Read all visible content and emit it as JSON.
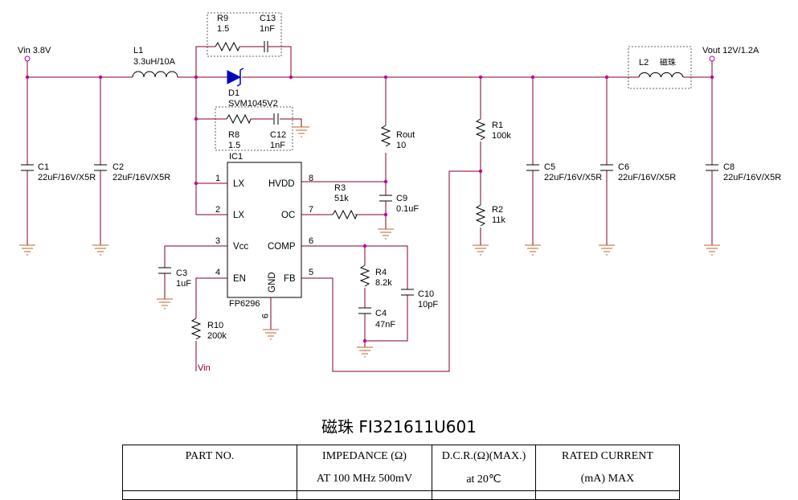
{
  "schematic": {
    "vin": "Vin 3.8V",
    "vout": "Vout 12V/1.2A",
    "l1": {
      "ref": "L1",
      "value": "3.3uH/10A"
    },
    "l2": {
      "ref": "L2",
      "value": "磁珠"
    },
    "d1": {
      "ref": "D1",
      "value": "SVM1045V2"
    },
    "r9": {
      "ref": "R9",
      "value": "1.5"
    },
    "c13": {
      "ref": "C13",
      "value": "1nF"
    },
    "r8": {
      "ref": "R8",
      "value": "1.5"
    },
    "c12": {
      "ref": "C12",
      "value": "1nF"
    },
    "c1": {
      "ref": "C1",
      "value": "22uF/16V/X5R"
    },
    "c2": {
      "ref": "C2",
      "value": "22uF/16V/X5R"
    },
    "c5": {
      "ref": "C5",
      "value": "22uF/16V/X5R"
    },
    "c6": {
      "ref": "C6",
      "value": "22uF/16V/X5R"
    },
    "c8": {
      "ref": "C8",
      "value": "22uF/16V/X5R"
    },
    "rout": {
      "ref": "Rout",
      "value": "10"
    },
    "r1": {
      "ref": "R1",
      "value": "100k"
    },
    "r2": {
      "ref": "R2",
      "value": "11k"
    },
    "r3": {
      "ref": "R3",
      "value": "51k"
    },
    "c9": {
      "ref": "C9",
      "value": "0.1uF"
    },
    "c3": {
      "ref": "C3",
      "value": "1uF"
    },
    "r4": {
      "ref": "R4",
      "value": "8.2k"
    },
    "c4": {
      "ref": "C4",
      "value": "47nF"
    },
    "c10": {
      "ref": "C10",
      "value": "10pF"
    },
    "r10": {
      "ref": "R10",
      "value": "200k"
    },
    "vin_net": "Vin",
    "ic": {
      "ref": "IC1",
      "part": "FP6296",
      "pins_left": [
        {
          "num": "1",
          "name": "LX"
        },
        {
          "num": "2",
          "name": "LX"
        },
        {
          "num": "3",
          "name": "Vcc"
        },
        {
          "num": "4",
          "name": "EN"
        }
      ],
      "pins_right": [
        {
          "num": "8",
          "name": "HVDD"
        },
        {
          "num": "7",
          "name": "OC"
        },
        {
          "num": "6",
          "name": "COMP"
        },
        {
          "num": "5",
          "name": "FB"
        }
      ],
      "pin_bottom": {
        "num": "9",
        "name": "GND"
      }
    }
  },
  "caption": "磁珠 FI321611U601",
  "table": {
    "headers": [
      [
        "PART NO.",
        ""
      ],
      [
        "IMPEDANCE (Ω)",
        "AT 100 MHz 500mV"
      ],
      [
        "D.C.R.(Ω)(MAX.)",
        "at 20℃"
      ],
      [
        "RATED CURRENT",
        "(mA) MAX"
      ]
    ]
  }
}
